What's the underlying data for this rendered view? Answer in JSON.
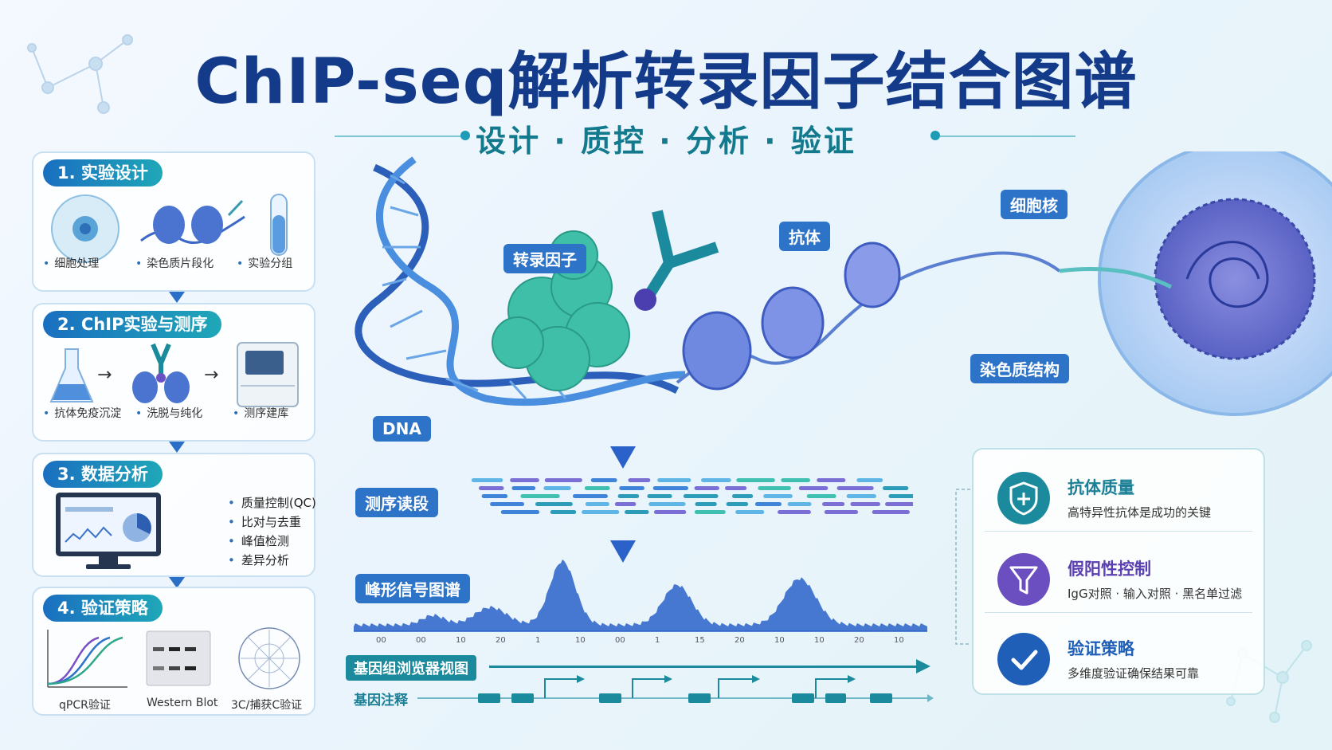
{
  "title": "ChIP-seq解析转录因子结合图谱",
  "subtitle": "设计 · 质控 · 分析 · 验证",
  "steps": [
    {
      "label": "1. 实验设计",
      "items": [
        "细胞处理",
        "染色质片段化",
        "实验分组"
      ]
    },
    {
      "label": "2. ChIP实验与测序",
      "items": [
        "抗体免疫沉淀",
        "洗脱与纯化",
        "测序建库"
      ]
    },
    {
      "label": "3. 数据分析",
      "items": [
        "质量控制(QC)",
        "比对与去重",
        "峰值检测",
        "差异分析"
      ]
    },
    {
      "label": "4. 验证策略",
      "items": [
        "qPCR验证",
        "Western Blot",
        "3C/捕获C验证"
      ]
    }
  ],
  "diagram_labels": {
    "transcription_factor": "转录因子",
    "antibody": "抗体",
    "nucleus": "细胞核",
    "chromatin": "染色质结构",
    "dna": "DNA",
    "reads": "测序读段",
    "peaks": "峰形信号图谱",
    "browser": "基因组浏览器视图",
    "annotation": "基因注释"
  },
  "axis_ticks": [
    "00",
    "00",
    "10",
    "20",
    "1",
    "10",
    "00",
    "1",
    "15",
    "20",
    "10",
    "10",
    "20",
    "10"
  ],
  "cards": [
    {
      "title": "抗体质量",
      "desc": "高特异性抗体是成功的关键",
      "icon": "shield-icon",
      "color": "#1b8a9c"
    },
    {
      "title": "假阳性控制",
      "desc": "IgG对照 · 输入对照 · 黑名单过滤",
      "icon": "filter-icon",
      "color": "#6b4fc0"
    },
    {
      "title": "验证策略",
      "desc": "多维度验证确保结果可靠",
      "icon": "check-icon",
      "color": "#1f5fb8"
    }
  ],
  "colors": {
    "primary": "#143a8a",
    "teal": "#137a8e",
    "accent_blue": "#2d73c7",
    "peak_blue": "#2a62c9"
  }
}
